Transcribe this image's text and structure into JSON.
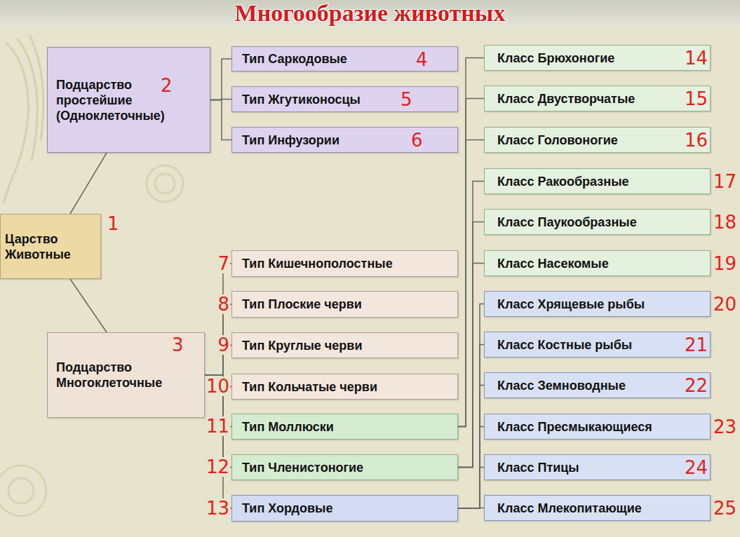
{
  "diagram": {
    "title": "Многообразие животных",
    "nodes": [
      {
        "text": [
          "Царство Животные"
        ]
      },
      {
        "text": [
          "Подцарство простейшие (Одноклеточные)"
        ]
      },
      {
        "text": [
          "Тип Саркодовые"
        ]
      },
      {
        "text": [
          "Тип Жгутиконосцы"
        ]
      },
      {
        "text": [
          "Тип Инфузории"
        ]
      },
      {
        "text": [
          "Подцарство Многоклеточные"
        ]
      },
      {
        "text": [
          "Тип Кишечнополостные"
        ]
      },
      {
        "text": [
          "Тип Плоские черви"
        ]
      },
      {
        "text": [
          "Тип Круглые черви"
        ]
      },
      {
        "text": [
          "Тип Кольчатые черви"
        ]
      },
      {
        "text": [
          "Тип Моллюски"
        ]
      },
      {
        "text": [
          "Тип Членистоногие"
        ]
      },
      {
        "text": [
          "Тип Хордовые"
        ]
      },
      {
        "text": [
          "Класс Брюхоногие"
        ]
      },
      {
        "text": [
          "Класс Двустворчатые"
        ]
      },
      {
        "text": [
          "Класс Головоногие"
        ]
      },
      {
        "text": [
          "Класс Ракообразные"
        ]
      },
      {
        "text": [
          "Класс Паукообразные"
        ]
      },
      {
        "text": [
          "Класс Насекомые"
        ]
      },
      {
        "text": [
          "Класс Хрящевые рыбы"
        ]
      },
      {
        "text": [
          "Класс Костные рыбы"
        ]
      },
      {
        "text": [
          "Класс Земноводные"
        ]
      },
      {
        "text": [
          "Класс Пресмыкающиеся"
        ]
      },
      {
        "text": [
          "Класс Птицы"
        ]
      },
      {
        "text": [
          "Класс Млекопитающие"
        ]
      }
    ],
    "edges": [
      {
        "from": 0,
        "to": 1,
        "arrow": "none"
      },
      {
        "from": 0,
        "to": 5,
        "arrow": "none"
      },
      {
        "from": 1,
        "to": 2,
        "arrow": "none"
      },
      {
        "from": 1,
        "to": 3,
        "arrow": "none"
      },
      {
        "from": 1,
        "to": 4,
        "arrow": "none"
      },
      {
        "from": 5,
        "to": 6,
        "arrow": "none"
      },
      {
        "from": 5,
        "to": 7,
        "arrow": "none"
      },
      {
        "from": 5,
        "to": 8,
        "arrow": "none"
      },
      {
        "from": 5,
        "to": 9,
        "arrow": "none"
      },
      {
        "from": 5,
        "to": 10,
        "arrow": "none"
      },
      {
        "from": 5,
        "to": 11,
        "arrow": "none"
      },
      {
        "from": 5,
        "to": 12,
        "arrow": "none"
      },
      {
        "from": 10,
        "to": 13,
        "arrow": "none"
      },
      {
        "from": 10,
        "to": 14,
        "arrow": "none"
      },
      {
        "from": 10,
        "to": 15,
        "arrow": "none"
      },
      {
        "from": 11,
        "to": 16,
        "arrow": "none"
      },
      {
        "from": 11,
        "to": 17,
        "arrow": "none"
      },
      {
        "from": 11,
        "to": 18,
        "arrow": "none"
      },
      {
        "from": 12,
        "to": 19,
        "arrow": "none"
      },
      {
        "from": 12,
        "to": 20,
        "arrow": "none"
      },
      {
        "from": 12,
        "to": 21,
        "arrow": "none"
      },
      {
        "from": 12,
        "to": 22,
        "arrow": "none"
      },
      {
        "from": 12,
        "to": 23,
        "arrow": "none"
      },
      {
        "from": 12,
        "to": 24,
        "arrow": "none"
      }
    ],
    "labels": [
      "1",
      "2",
      "3",
      "4",
      "5",
      "6",
      "7",
      "8",
      "9",
      "10",
      "11",
      "12",
      "13",
      "14",
      "15",
      "16",
      "17",
      "18",
      "19",
      "20",
      "21",
      "22",
      "23",
      "24",
      "25"
    ]
  }
}
